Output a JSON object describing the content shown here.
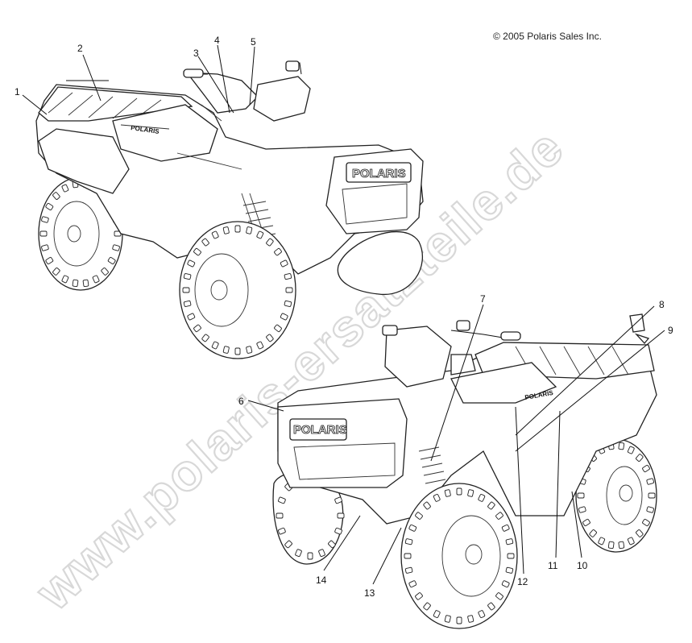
{
  "copyright": "© 2005 Polaris Sales Inc.",
  "watermark": "www.polaris-ersatzteile.de",
  "brand_logo": "POLARIS",
  "callouts": [
    "1",
    "2",
    "3",
    "4",
    "5",
    "6",
    "7",
    "8",
    "9",
    "10",
    "11",
    "12",
    "13",
    "14"
  ]
}
